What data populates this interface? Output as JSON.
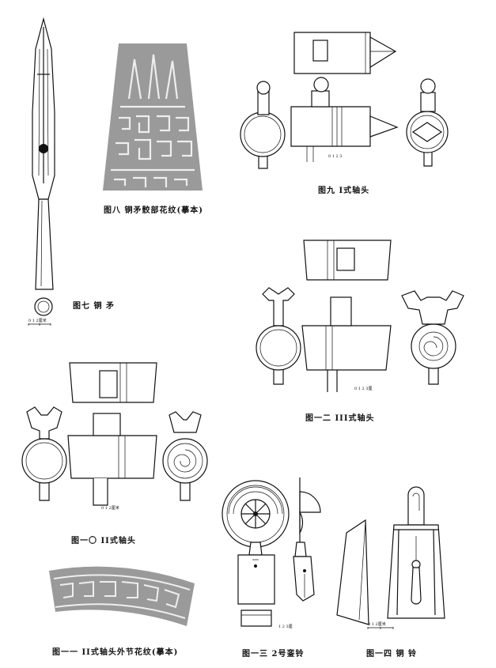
{
  "captions": {
    "fig7": "图七  铜  矛",
    "fig8": "图八  铜矛骹部花纹(摹本)",
    "fig9": "图九  I式轴头",
    "fig10": "图一〇  II式轴头",
    "fig11": "图一一  II式轴头外节花纹(摹本)",
    "fig12": "图一二  III式轴头",
    "fig13": "图一三  2号銮铃",
    "fig14": "图一四  铜  铃"
  },
  "scales": {
    "fig7": "0  1  2厘米",
    "fig9": "0 1 2 3",
    "fig10": "0 1 2厘米",
    "fig12": "0 1 2 3厘",
    "fig13": "1  2  3厘",
    "fig14": "0  1  2厘米"
  }
}
